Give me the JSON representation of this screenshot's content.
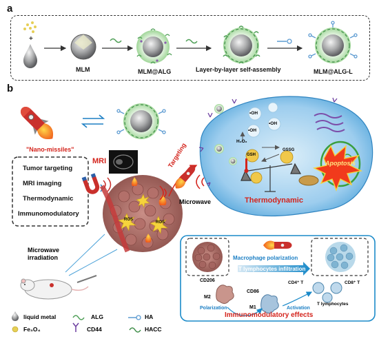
{
  "panel_a": {
    "letter": "a",
    "steps": [
      "MLM",
      "MLM@ALG",
      "Layer-by-layer self-assembly",
      "MLM@ALG-L"
    ]
  },
  "panel_b": {
    "letter": "b",
    "nano_missiles": "\"Nano-missiles\"",
    "mri": "MRI",
    "features": [
      "Tumor targeting",
      "MRI imaging",
      "Thermodynamic",
      "Immunomodulatory"
    ],
    "targeting": "Targeting",
    "microwave": "Microwave",
    "microwave_irradiation": "Microwave\nirradiation",
    "ros": "ROS",
    "cell": {
      "oh": "•OH",
      "h2o2": "H₂O₂",
      "gsh": "GSH",
      "gssg": "GSSG",
      "thermodynamic": "Thermodynamic",
      "apoptosis": "Apoptosis"
    },
    "immuno": {
      "macrophage_polarization": "Macrophage polarization",
      "t_infiltration": "T lymphocytes infiltration",
      "cd206": "CD206",
      "m2": "M2",
      "cd86": "CD86",
      "m1": "M1",
      "polarization": "Polarization",
      "activation": "Activation",
      "cd4": "CD4⁺ T",
      "cd8": "CD8⁺ T",
      "t_lymphocytes": "T lymphocytes",
      "title": "Immunomodulatory effects"
    },
    "legend": {
      "liquid_metal": "liquid metal",
      "alg": "ALG",
      "ha": "HA",
      "fe3o4": "Fe₃O₄",
      "cd44": "CD44",
      "hacc": "HACC"
    }
  },
  "colors": {
    "red_label": "#d4241c",
    "blue_label": "#1c7fc4",
    "cell_blue": "#4ea3d9",
    "immuno_box": "#1a8ac9",
    "green_shell": "#6fbf6a"
  }
}
